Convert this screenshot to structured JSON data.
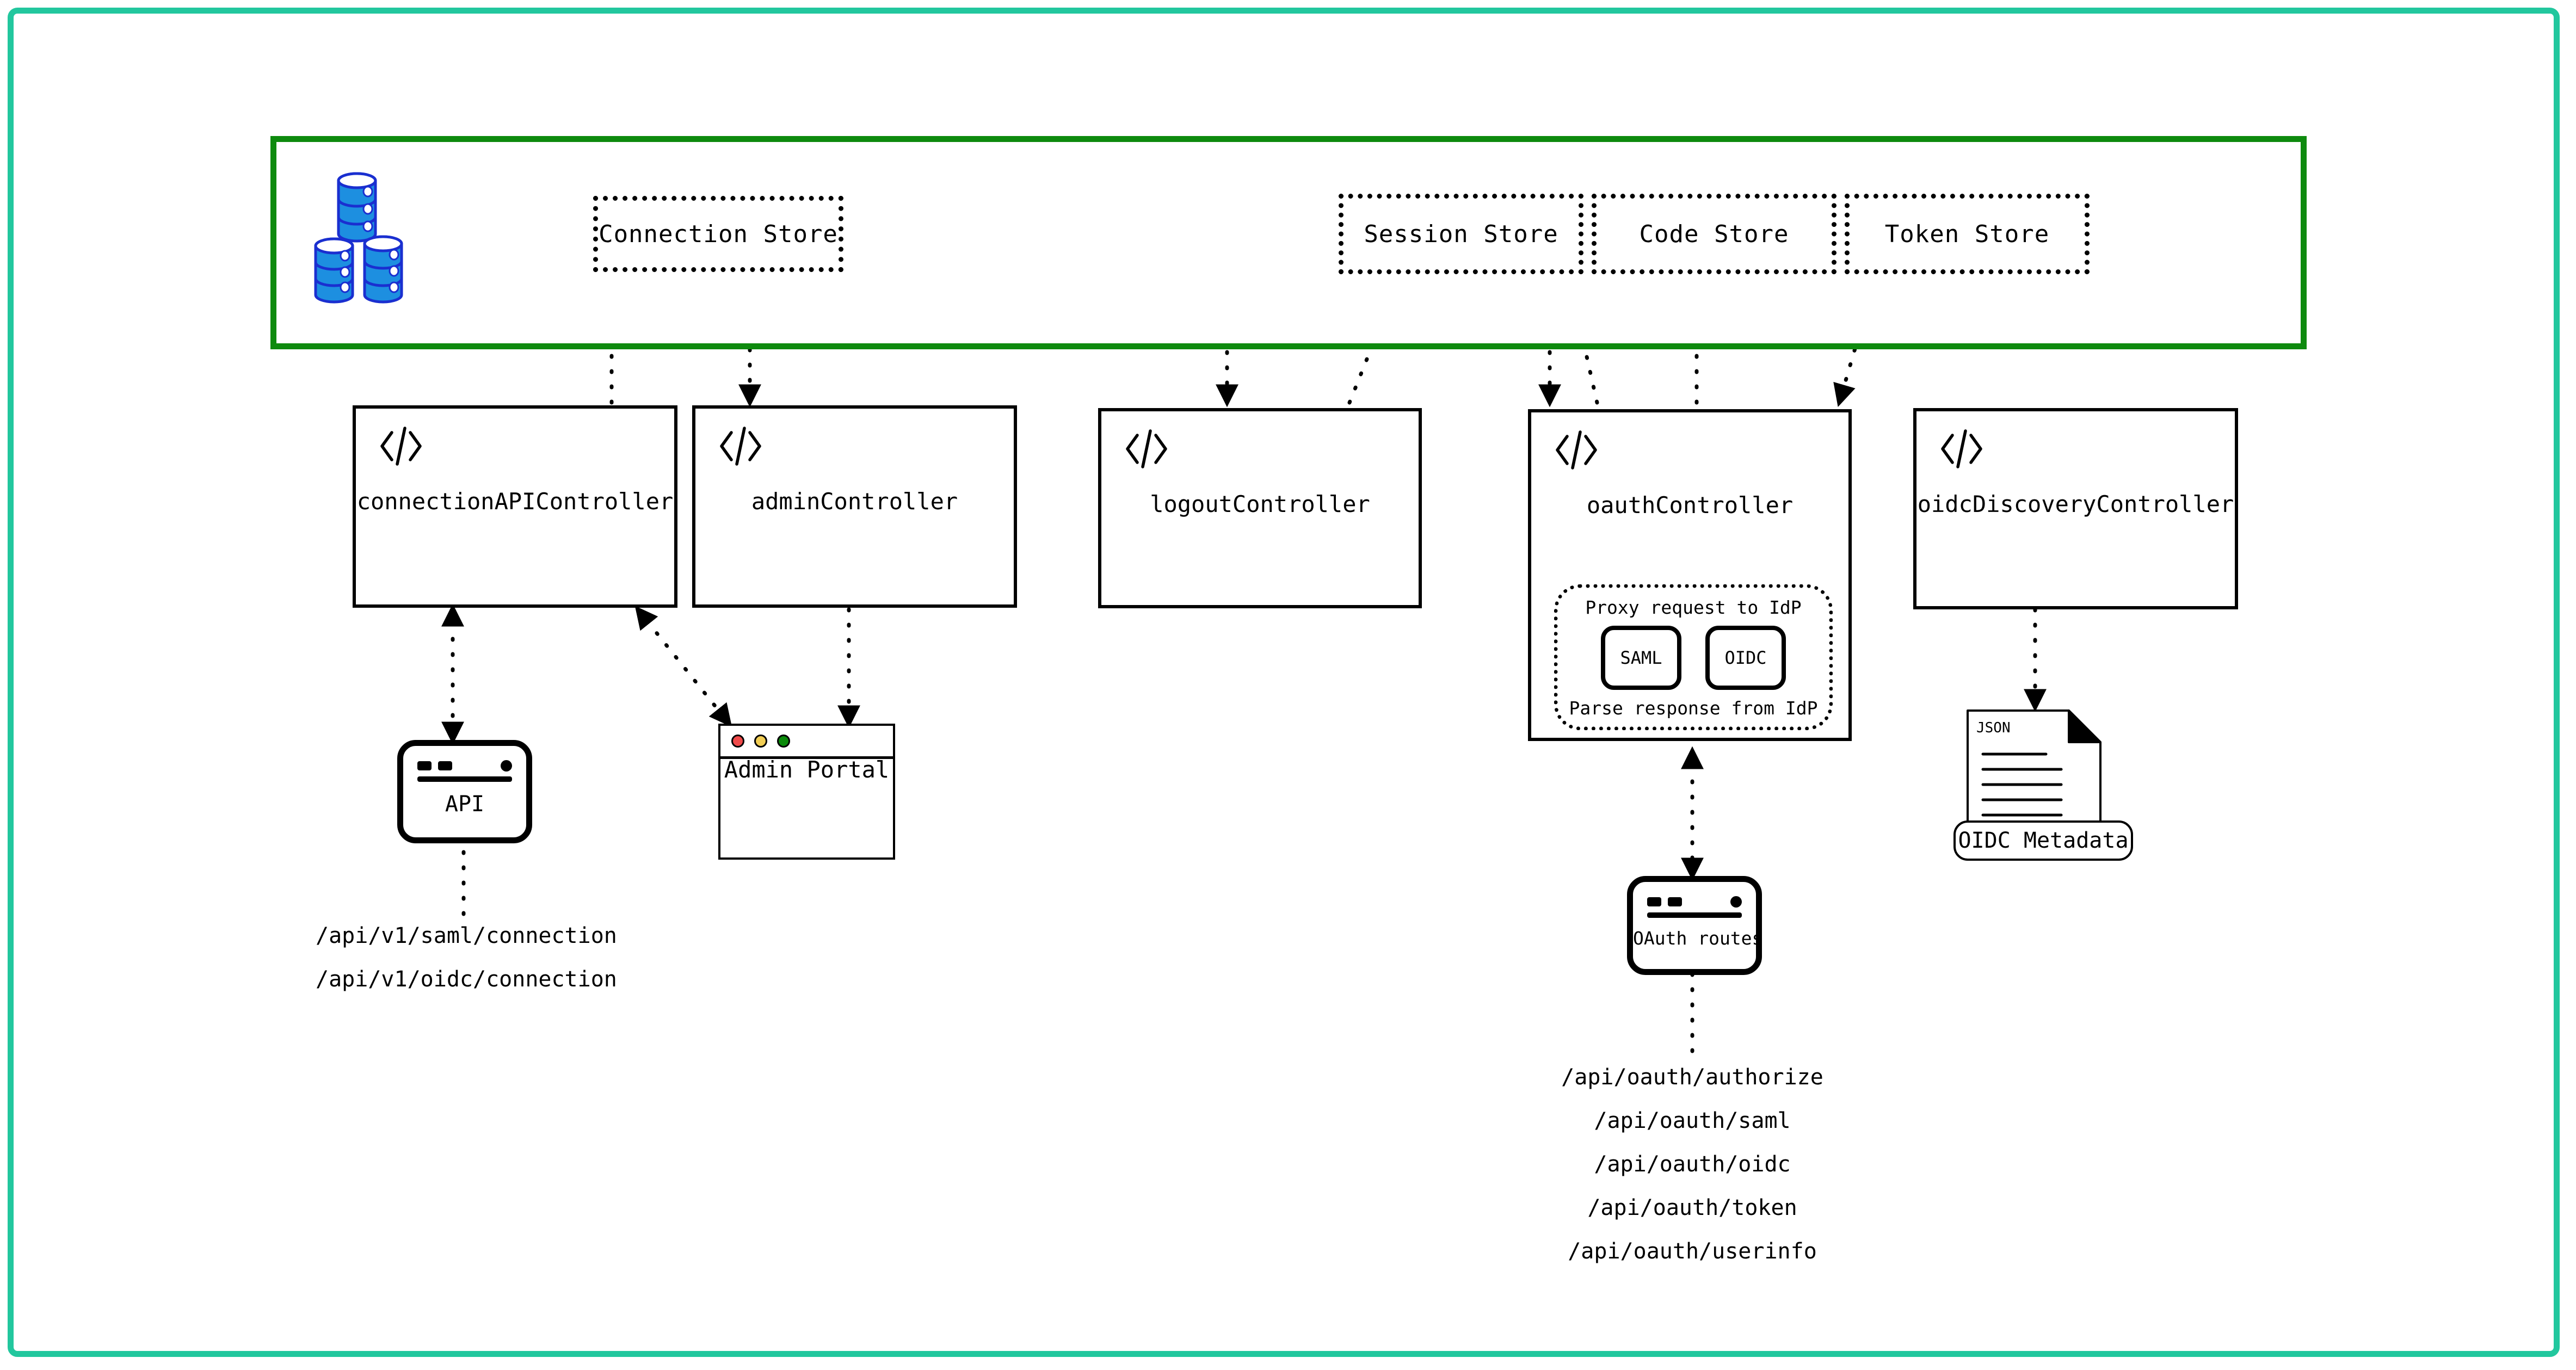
{
  "colors": {
    "frame_teal": "#22c79e",
    "band_green": "#0e8a0e",
    "db_blue": "#1d8fe0",
    "db_outline": "#1a2fd0",
    "stroke_black": "#000000",
    "traffic_red": "#ef4a4a",
    "traffic_yellow": "#f2ce55",
    "traffic_green": "#0a8a0a"
  },
  "stores": {
    "connection": "Connection Store",
    "session": "Session Store",
    "code": "Code Store",
    "token": "Token Store"
  },
  "db_icon_name": "database-stack-icon",
  "controllers": [
    {
      "id": "connection-api",
      "label": "connectionAPIController",
      "icon": "code-icon"
    },
    {
      "id": "admin",
      "label": "adminController",
      "icon": "code-icon"
    },
    {
      "id": "logout",
      "label": "logoutController",
      "icon": "code-icon"
    },
    {
      "id": "oauth",
      "label": "oauthController",
      "icon": "code-icon"
    },
    {
      "id": "oidc-discovery",
      "label": "oidcDiscoveryController",
      "icon": "code-icon"
    }
  ],
  "idp_group": {
    "caption_top": "Proxy request to IdP",
    "caption_bottom": "Parse response from IdP",
    "chips": [
      "SAML",
      "OIDC"
    ]
  },
  "nodes": {
    "api": "API",
    "admin_portal": "Admin Portal",
    "oauth_routes": "OAuth routes",
    "oidc_metadata": "OIDC Metadata",
    "json_badge": "JSON"
  },
  "endpoints": {
    "connection": [
      "/api/v1/saml/connection",
      "/api/v1/oidc/connection"
    ],
    "oauth": [
      "/api/oauth/authorize",
      "/api/oauth/saml",
      "/api/oauth/oidc",
      "/api/oauth/token",
      "/api/oauth/userinfo"
    ]
  }
}
